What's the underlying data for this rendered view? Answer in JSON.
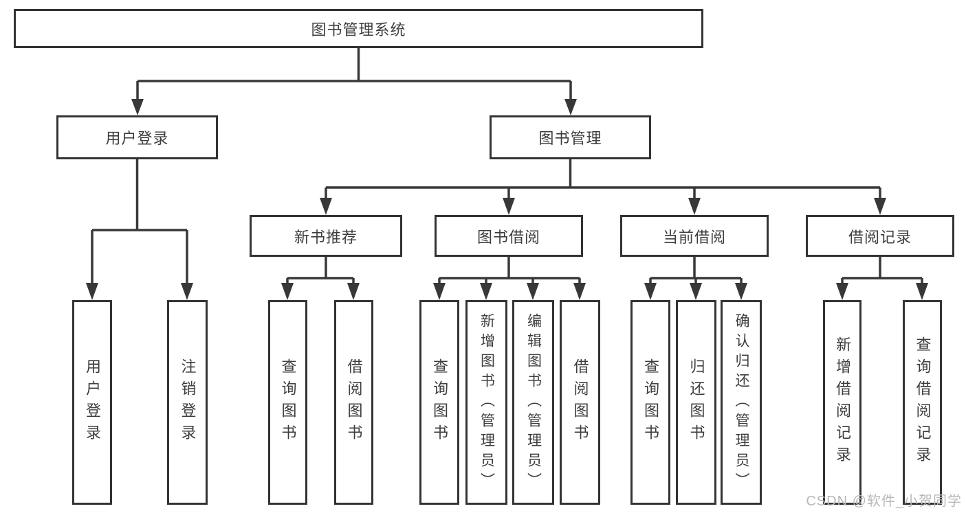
{
  "diagram": {
    "root": {
      "label": "图书管理系统"
    },
    "branches": [
      {
        "label": "用户登录",
        "children": [
          {
            "label": "用户登录"
          },
          {
            "label": "注销登录"
          }
        ]
      },
      {
        "label": "图书管理",
        "children": [
          {
            "label": "新书推荐",
            "children": [
              {
                "label": "查询图书"
              },
              {
                "label": "借阅图书"
              }
            ]
          },
          {
            "label": "图书借阅",
            "children": [
              {
                "label": "查询图书"
              },
              {
                "label": "新增图书（管理员）"
              },
              {
                "label": "编辑图书（管理员）"
              },
              {
                "label": "借阅图书"
              }
            ]
          },
          {
            "label": "当前借阅",
            "children": [
              {
                "label": "查询图书"
              },
              {
                "label": "归还图书"
              },
              {
                "label": "确认归还（管理员）"
              }
            ]
          },
          {
            "label": "借阅记录",
            "children": [
              {
                "label": "新增借阅记录"
              },
              {
                "label": "查询借阅记录"
              }
            ]
          }
        ]
      }
    ]
  },
  "watermark": "CSDN @软件_小贺同学",
  "colors": {
    "line": "#383838",
    "border": "#333333",
    "text": "#3d3d3d",
    "watermark_text": "#b8b8b8",
    "background": "#ffffff"
  }
}
